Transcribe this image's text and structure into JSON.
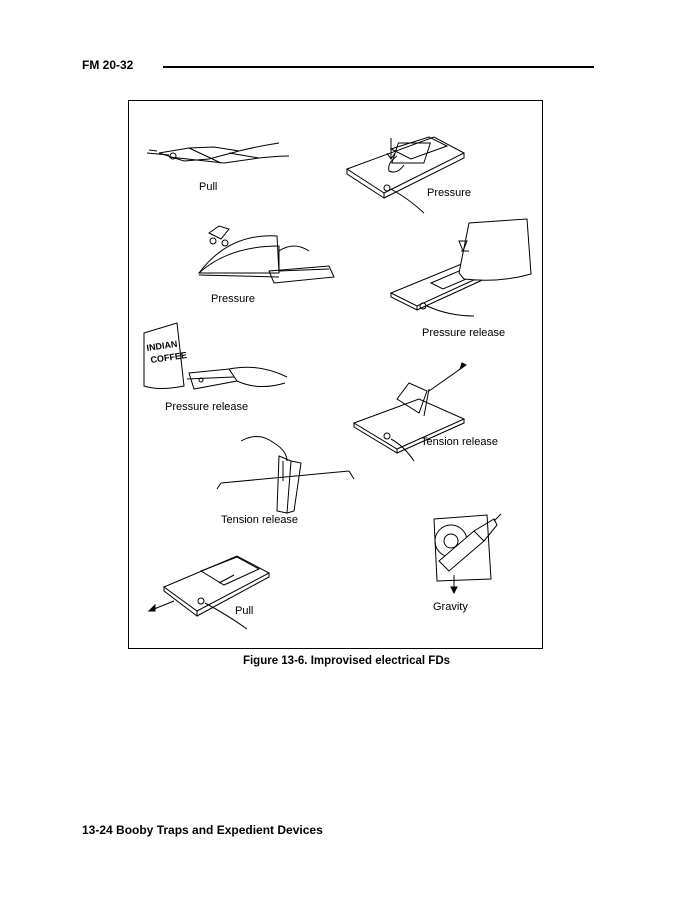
{
  "header": {
    "doc_id": "FM 20-32"
  },
  "figure": {
    "caption": "Figure 13-6. Improvised electrical FDs",
    "labels": {
      "pull_1": "Pull",
      "pressure_1": "Pressure",
      "pressure_2": "Pressure",
      "pressure_release_1": "Pressure release",
      "pressure_release_2": "Pressure release",
      "tension_release_1": "Tension release",
      "tension_release_2": "Tension release",
      "pull_2": "Pull",
      "gravity": "Gravity"
    },
    "can_text": "INDIAN COFFEE"
  },
  "footer": {
    "page_label": "13-24  Booby Traps and Expedient Devices"
  }
}
